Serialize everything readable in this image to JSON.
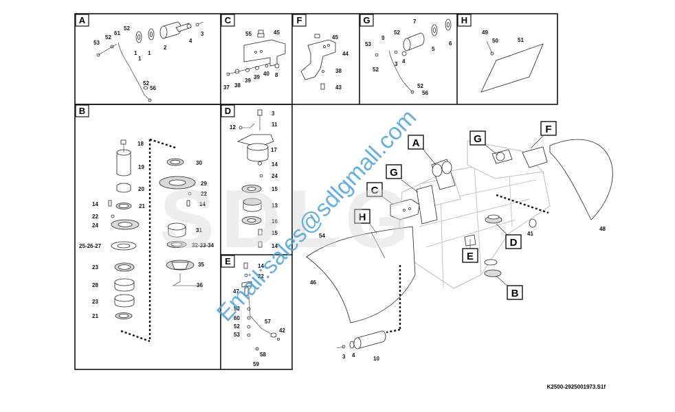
{
  "panels": {
    "A": "A",
    "B": "B",
    "C": "C",
    "D": "D",
    "E": "E",
    "F": "F",
    "G": "G",
    "H": "H"
  },
  "panel_parts": {
    "A": [
      "53",
      "52",
      "61",
      "52",
      "1",
      "1",
      "2",
      "4",
      "3",
      "52",
      "56",
      "1"
    ],
    "B": [
      "18",
      "19",
      "20",
      "21",
      "14",
      "22",
      "24",
      "25-26-27",
      "23",
      "28",
      "23",
      "21",
      "30",
      "29",
      "22",
      "14",
      "31",
      "32-33-34",
      "35",
      "36"
    ],
    "C": [
      "55",
      "45",
      "37",
      "38",
      "39",
      "39",
      "40",
      "8"
    ],
    "D": [
      "3",
      "12",
      "11",
      "17",
      "14",
      "24",
      "15",
      "13",
      "16",
      "15",
      "14"
    ],
    "E": [
      "14",
      "22",
      "47",
      "52",
      "60",
      "52",
      "53",
      "57",
      "42",
      "58",
      "59"
    ],
    "F": [
      "45",
      "44",
      "38",
      "43"
    ],
    "G": [
      "53",
      "9",
      "52",
      "7",
      "5",
      "6",
      "52",
      "3",
      "4",
      "52",
      "56"
    ],
    "H": [
      "49",
      "50",
      "51"
    ]
  },
  "main_parts": [
    "54",
    "46",
    "48",
    "41",
    "3",
    "4",
    "10"
  ],
  "callouts": [
    "A",
    "G",
    "F",
    "G",
    "C",
    "H",
    "D",
    "E",
    "B"
  ],
  "drawing_code": "K2500-2925001973.S1f",
  "watermark": {
    "brand": "SDLG",
    "email": "Email:sales@sdlgmall.com"
  },
  "colors": {
    "line": "#111111",
    "watermark_brand": "#d8d8d8",
    "watermark_email": "#4aa3e0"
  }
}
